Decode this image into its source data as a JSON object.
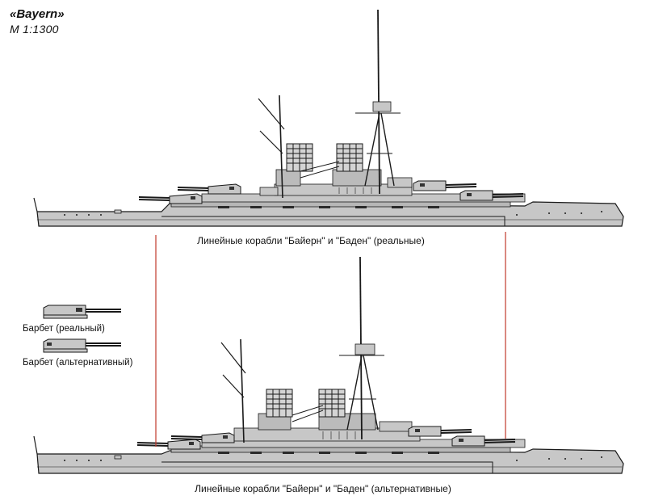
{
  "title": "«Bayern»",
  "scale": "M 1:1300",
  "captions": {
    "real": "Линейные корабли \"Байерн\" и \"Баден\" (реальные)",
    "alternative": "Линейные корабли \"Байерн\" и \"Баден\" (альтернативные)"
  },
  "legend": {
    "real": "Барбет (реальный)",
    "alternative": "Барбет (альтернативный)"
  },
  "colors": {
    "hull": "#c7c7c7",
    "outline": "#1a1a1a",
    "reference_line": "#c0392b"
  }
}
